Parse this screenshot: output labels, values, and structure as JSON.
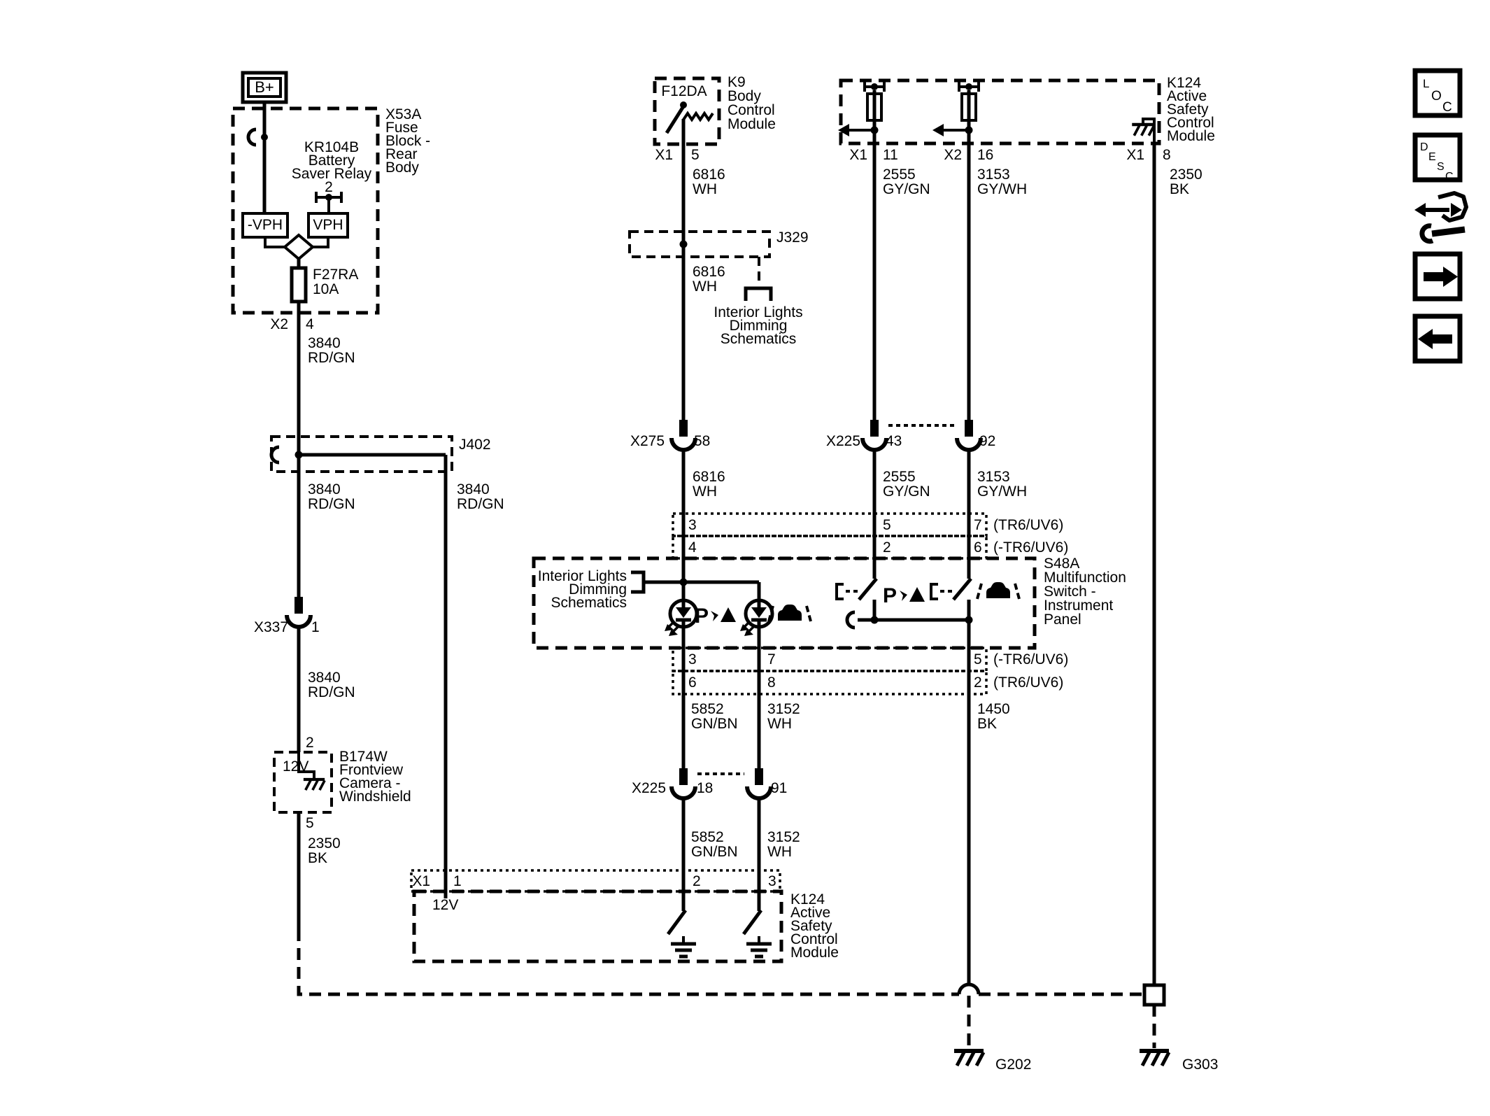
{
  "battery": {
    "label": "B+"
  },
  "fuse_block": {
    "name": [
      "X53A",
      "Fuse",
      "Block -",
      "Rear",
      "Body"
    ],
    "relay_name": [
      "KR104B",
      "Battery",
      "Saver Relay",
      "2"
    ],
    "coil_neg": "-VPH",
    "coil_pos": "VPH",
    "fuse_id": "F27RA",
    "fuse_rating": "10A",
    "pin_conn": "X2",
    "pin": "4"
  },
  "bcm": {
    "driver_id": "F12DA",
    "name": [
      "K9",
      "Body",
      "Control",
      "Module"
    ],
    "pin_conn": "X1",
    "pin": "5"
  },
  "asm_top": {
    "name": [
      "K124",
      "Active",
      "Safety",
      "Control",
      "Module"
    ],
    "pin1_conn": "X1",
    "pin1": "11",
    "pin2_conn": "X2",
    "pin2": "16",
    "pin3_conn": "X1",
    "pin3": "8"
  },
  "asm_bottom": {
    "name": [
      "K124",
      "Active",
      "Safety",
      "Control",
      "Module"
    ],
    "conn": "X1",
    "pin1": "1",
    "pin2": "2",
    "pin3": "3",
    "supply": "12V"
  },
  "camera": {
    "name": [
      "B174W",
      "Frontview",
      "Camera -",
      "Windshield"
    ],
    "pin_in": "2",
    "pin_out": "5",
    "supply": "12V"
  },
  "mfs": {
    "name": [
      "S48A",
      "Multifunction",
      "Switch -",
      "Instrument",
      "Panel"
    ],
    "legend": [
      "Interior Lights",
      "Dimming",
      "Schematics"
    ],
    "park_label": "P"
  },
  "splices": {
    "j402": "J402",
    "j329": "J329"
  },
  "offpage": {
    "lines": [
      "Interior Lights",
      "Dimming",
      "Schematics"
    ]
  },
  "inline_connectors": {
    "x275": "X275",
    "x275_pin": "58",
    "x225": "X225",
    "x225_pin_a": "43",
    "x225_pin_b": "92",
    "x225_pin_c": "18",
    "x225_pin_d": "91",
    "x337": "X337",
    "x337_pin": "1"
  },
  "option_rows": {
    "r1_pins": [
      "3",
      "5",
      "7"
    ],
    "r1_tag": "(TR6/UV6)",
    "r2_pins": [
      "4",
      "2",
      "6"
    ],
    "r2_tag": "(-TR6/UV6)",
    "r3_pins": [
      "3",
      "7",
      "5"
    ],
    "r3_tag": "(-TR6/UV6)",
    "r4_pins": [
      "6",
      "8",
      "2"
    ],
    "r4_tag": "(TR6/UV6)"
  },
  "wires": {
    "w3840": [
      "3840",
      "RD/GN"
    ],
    "w6816": [
      "6816",
      "WH"
    ],
    "w2555": [
      "2555",
      "GY/GN"
    ],
    "w3153": [
      "3153",
      "GY/WH"
    ],
    "w5852": [
      "5852",
      "GN/BN"
    ],
    "w3152": [
      "3152",
      "WH"
    ],
    "w1450": [
      "1450",
      "BK"
    ],
    "w2350": [
      "2350",
      "BK"
    ]
  },
  "grounds": {
    "g202": "G202",
    "g303": "G303"
  },
  "sidebar": {
    "loc": [
      "L",
      "O",
      "C"
    ],
    "desc": [
      "D",
      "E",
      "S",
      "C"
    ]
  },
  "colors": {
    "line": "#000000",
    "background": "#ffffff"
  }
}
